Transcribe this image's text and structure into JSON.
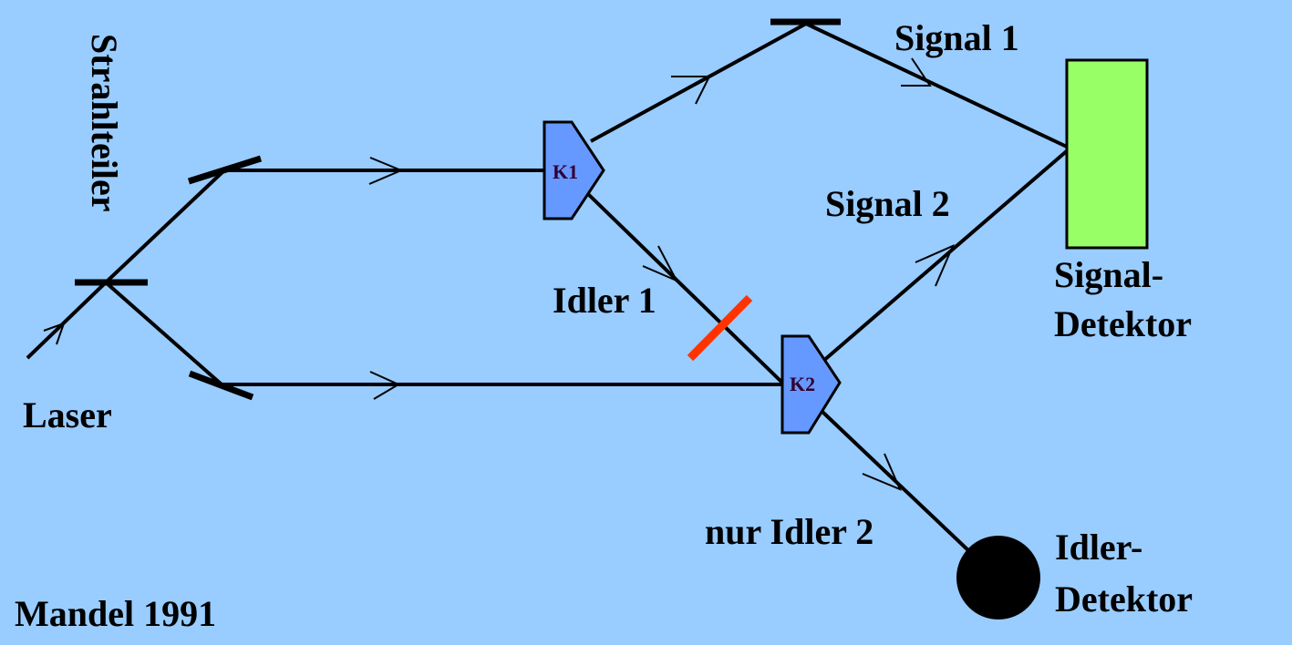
{
  "diagram": {
    "type": "quantum-optics-setup",
    "title": "Mandel 1991",
    "colors": {
      "background": "#99ccff",
      "beam": "#000000",
      "crystal_fill": "#6699ff",
      "crystal_label": "#330033",
      "signal_detector_fill": "#99ff66",
      "idler_detector_fill": "#000000",
      "blocker": "#ff3300"
    },
    "labels": {
      "laser": "Laser",
      "beam_splitter": "Strahlteiler",
      "crystal_1": "K1",
      "crystal_2": "K2",
      "signal_1": "Signal 1",
      "signal_2": "Signal 2",
      "idler_1": "Idler 1",
      "idler_2": "nur Idler 2",
      "signal_detector_line1": "Signal-",
      "signal_detector_line2": "Detektor",
      "idler_detector_line1": "Idler-",
      "idler_detector_line2": "Detektor",
      "credit": "Mandel 1991"
    },
    "components": [
      "Laser",
      "Strahlteiler",
      "Spiegel oben",
      "Spiegel unten",
      "K1",
      "K2",
      "Spiegel Signal 1",
      "Blocker Idler 1",
      "Signal-Detektor",
      "Idler-Detektor"
    ]
  }
}
